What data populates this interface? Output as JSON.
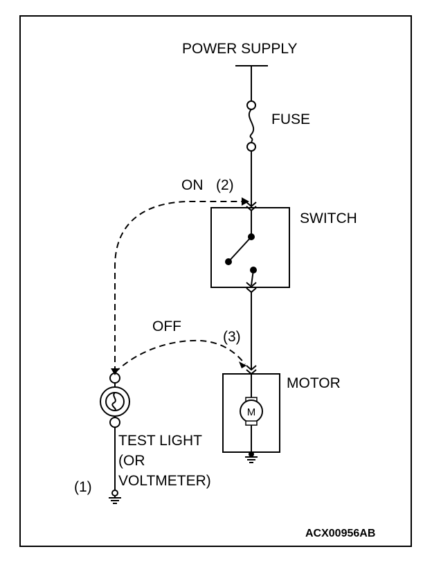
{
  "labels": {
    "power_supply": "POWER SUPPLY",
    "fuse": "FUSE",
    "on": "ON",
    "step2": "(2)",
    "switch": "SWITCH",
    "off": "OFF",
    "step3": "(3)",
    "motor": "MOTOR",
    "motor_symbol": "M",
    "test_light_line1": "TEST LIGHT",
    "test_light_line2": "(OR",
    "test_light_line3": "VOLTMETER)",
    "step1": "(1)",
    "figure_code": "ACX00956AB"
  }
}
